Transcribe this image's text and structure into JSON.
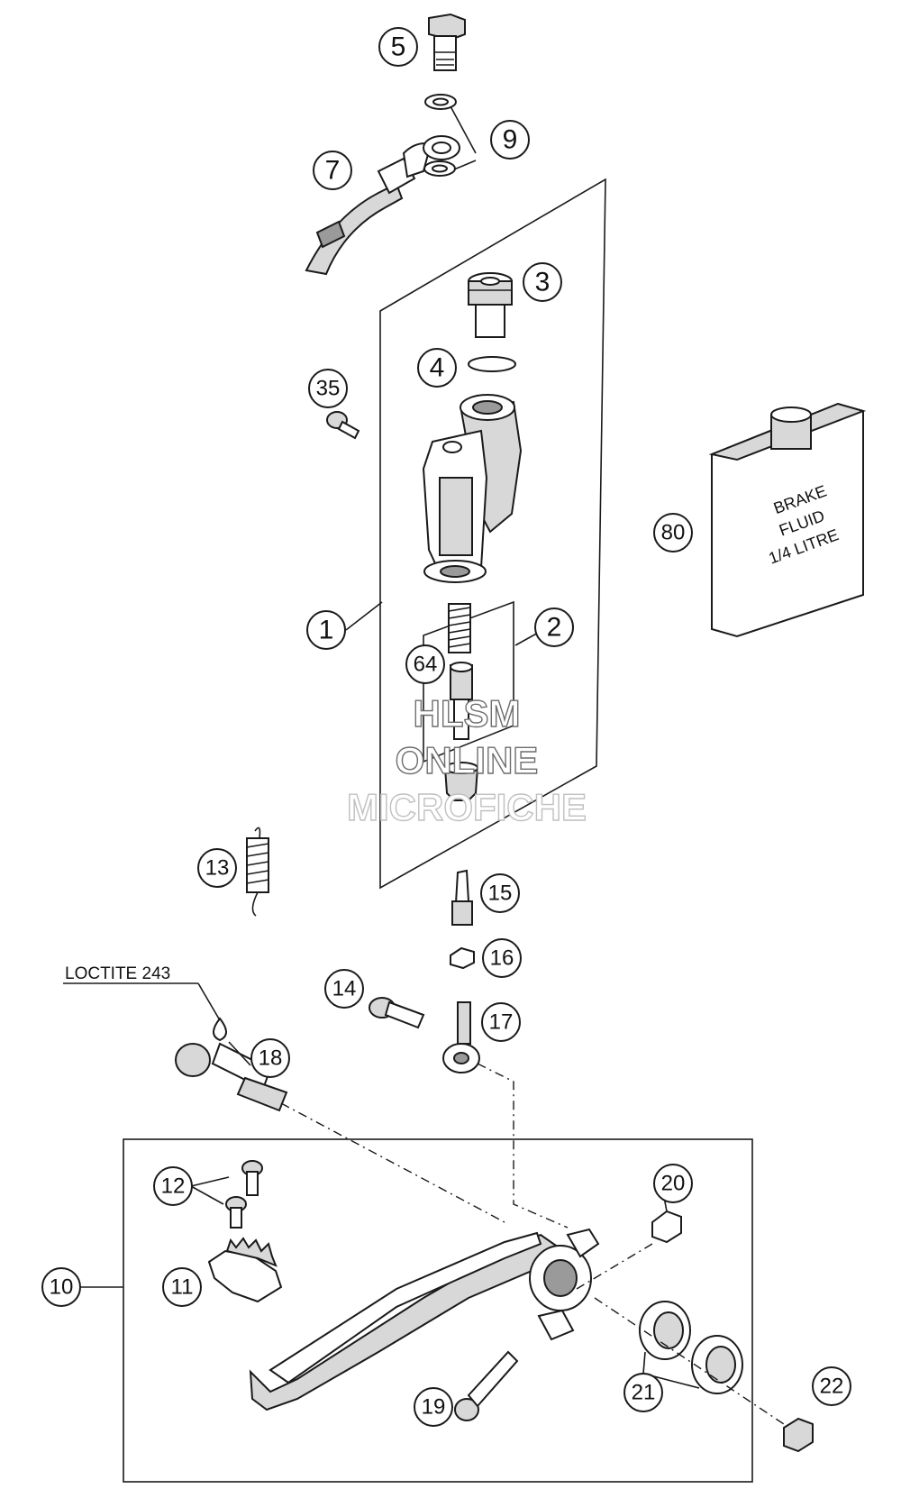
{
  "callouts": {
    "c1": "1",
    "c2": "2",
    "c3": "3",
    "c4": "4",
    "c5": "5",
    "c7": "7",
    "c9": "9",
    "c10": "10",
    "c11": "11",
    "c12": "12",
    "c13": "13",
    "c14": "14",
    "c15": "15",
    "c16": "16",
    "c17": "17",
    "c18": "18",
    "c19": "19",
    "c20": "20",
    "c21": "21",
    "c22": "22",
    "c35": "35",
    "c64": "64",
    "c80": "80"
  },
  "notes": {
    "loctite": "LOCTITE 243"
  },
  "bottle": {
    "line1": "BRAKE",
    "line2": "FLUID",
    "line3": "1/4 LITRE"
  },
  "watermark": {
    "line1": "HLSM",
    "line2": "ONLINE",
    "line3": "MICROFICHE"
  }
}
